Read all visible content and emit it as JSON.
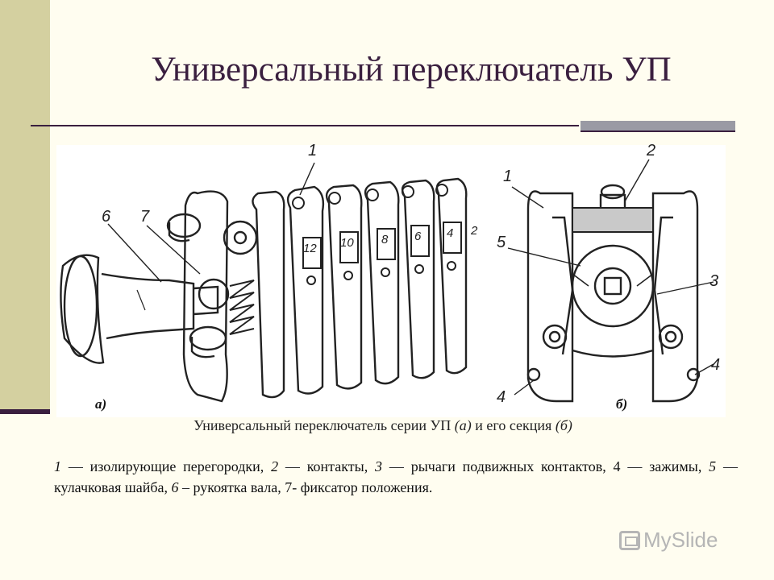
{
  "title": "Универсальный переключатель УП",
  "figure": {
    "labels_a": [
      "1",
      "6",
      "7",
      "12",
      "10",
      "8",
      "6",
      "4",
      "2"
    ],
    "labels_b": [
      "1",
      "2",
      "5",
      "3",
      "4",
      "4"
    ],
    "panel_a": "а)",
    "panel_b": "б)"
  },
  "caption": {
    "text": "Универсальный переключатель серии УП ",
    "a": "(а)",
    "mid": " и его секция ",
    "b": "(б)"
  },
  "legend": {
    "n1": "1",
    "t1": " — изолирующие перегородки, ",
    "n2": "2",
    "t2": " — контакты, ",
    "n3": "3",
    "t3": " — рычаги подвижных контактов, 4 — зажимы, ",
    "n5": "5",
    "t5": " — кулачковая шайба, ",
    "n6": "6",
    "t6": " – рукоятка вала, 7- фиксатор положения."
  },
  "watermark": "MySlide"
}
